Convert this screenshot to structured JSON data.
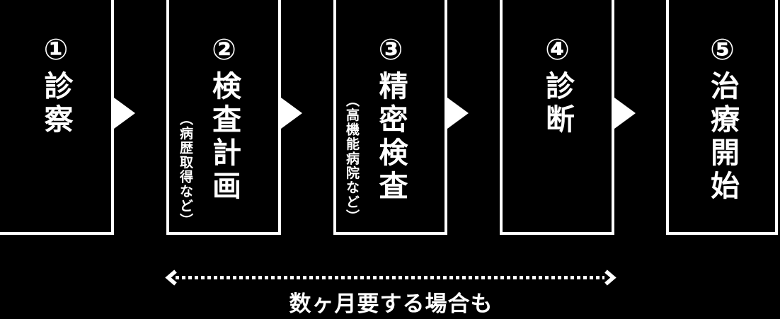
{
  "diagram": {
    "colors": {
      "background": "#000000",
      "foreground": "#ffffff"
    },
    "steps": [
      {
        "number": "①",
        "title": "診察",
        "note": ""
      },
      {
        "number": "②",
        "title": "検査計画",
        "note": "（病歴取得など）"
      },
      {
        "number": "③",
        "title": "精密検査",
        "note": "（高機能病院など）"
      },
      {
        "number": "④",
        "title": "診断",
        "note": ""
      },
      {
        "number": "⑤",
        "title": "治療開始",
        "note": ""
      }
    ],
    "duration_label": "数ヶ月要する場合も"
  }
}
